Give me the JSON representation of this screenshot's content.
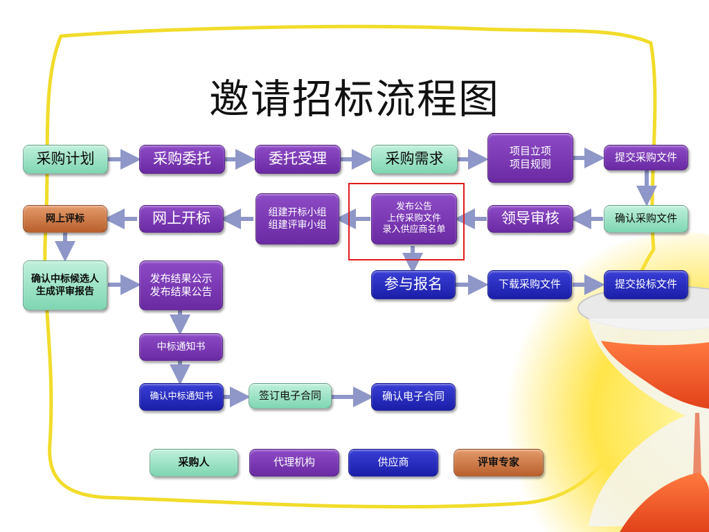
{
  "title": "邀请招标流程图",
  "nodes": {
    "n1": "采购计划",
    "n2": "采购委托",
    "n3": "委托受理",
    "n4": "采购需求",
    "n5": "项目立项\n项目规则",
    "n6": "提交采购文件",
    "n7": "确认采购文件",
    "n8": "领导审核",
    "n9": "发布公告\n上传采购文件\n录入供应商名单",
    "n10": "组建开标小组\n组建评审小组",
    "n11": "网上开标",
    "n12": "网上评标",
    "n13": "确认中标候选人\n生成评审报告",
    "n14": "发布结果公示\n发布结果公告",
    "n15": "中标通知书",
    "n16": "确认中标通知书",
    "n17": "签订电子合同",
    "n18": "确认电子合同",
    "n19": "参与报名",
    "n20": "下载采购文件",
    "n21": "提交投标文件"
  },
  "legend": {
    "purchaser": "采购人",
    "agency": "代理机构",
    "supplier": "供应商",
    "expert": "评审专家"
  },
  "colors": {
    "purchaser": "#9ee4c6",
    "agency": "#7a38b6",
    "supplier": "#2a2ec2",
    "expert": "#d9854f",
    "highlight": "#e01a1a",
    "arrow": "#8f97c8"
  }
}
